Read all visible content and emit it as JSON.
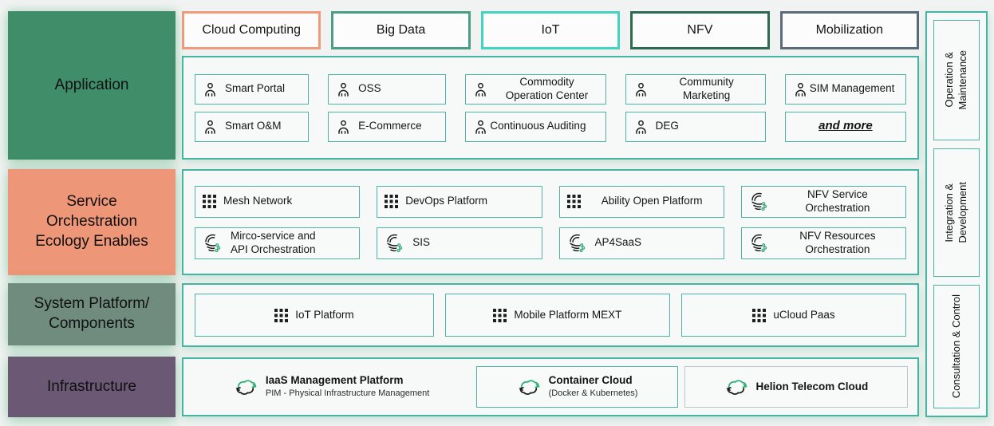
{
  "colors": {
    "teal_border": "#45b4a0",
    "item_border": "#4db5a0",
    "tab_cloud": "#ee9a7b",
    "tab_bigdata": "#4a9e86",
    "tab_iot": "#43d4bf",
    "tab_nfv": "#2d6a52",
    "tab_mobilization": "#5b6b7a",
    "layer_application": "#3f8e69",
    "layer_service": "#ee9678",
    "layer_platform": "#6f8c7e",
    "layer_infrastructure": "#6a5875",
    "icon_green": "#2fae78"
  },
  "tabs": [
    {
      "label": "Cloud Computing",
      "border": "#ee9a7b"
    },
    {
      "label": "Big Data",
      "border": "#4a9e86"
    },
    {
      "label": "IoT",
      "border": "#43d4bf"
    },
    {
      "label": "NFV",
      "border": "#2d6a52"
    },
    {
      "label": "Mobilization",
      "border": "#5b6b7a"
    }
  ],
  "layers": [
    {
      "label": "Application"
    },
    {
      "label": "Service\nOrchestration\nEcology Enables"
    },
    {
      "label": "System Platform/\nComponents"
    },
    {
      "label": "Infrastructure"
    }
  ],
  "application": {
    "row1": [
      {
        "icon": "person",
        "label": "Smart Portal"
      },
      {
        "icon": "person",
        "label": "OSS"
      },
      {
        "icon": "person",
        "label": "Commodity\nOperation Center"
      },
      {
        "icon": "person",
        "label": "Community\nMarketing"
      },
      {
        "icon": "person",
        "label": "SIM Management"
      }
    ],
    "row2": [
      {
        "icon": "person",
        "label": "Smart O&M"
      },
      {
        "icon": "person",
        "label": "E-Commerce"
      },
      {
        "icon": "person",
        "label": "Continuous Auditing"
      },
      {
        "icon": "person",
        "label": "DEG"
      },
      {
        "icon": "none",
        "label": "and more"
      }
    ]
  },
  "service": {
    "row1": [
      {
        "icon": "grid-3x3",
        "label": "Mesh Network"
      },
      {
        "icon": "grid-3x3",
        "label": "DevOps Platform"
      },
      {
        "icon": "grid-3x3",
        "label": "Ability Open Platform"
      },
      {
        "icon": "stream-swirl",
        "label": "NFV Service\nOrchestration"
      }
    ],
    "row2": [
      {
        "icon": "stream-swirl",
        "label": "Mirco-service and\nAPI Orchestration"
      },
      {
        "icon": "stream-swirl",
        "label": "SIS"
      },
      {
        "icon": "stream-swirl",
        "label": "AP4SaaS"
      },
      {
        "icon": "stream-swirl",
        "label": "NFV Resources\nOrchestration"
      }
    ]
  },
  "platform": {
    "items": [
      {
        "icon": "grid-3x3",
        "label": "IoT Platform"
      },
      {
        "icon": "grid-3x3",
        "label": "Mobile Platform MEXT"
      },
      {
        "icon": "grid-3x3",
        "label": "uCloud Paas"
      }
    ]
  },
  "infrastructure": {
    "items": [
      {
        "icon": "cloud-sync",
        "title": "IaaS Management Platform",
        "subtitle": "PIM - Physical Infrastructure Management",
        "boxed": false
      },
      {
        "icon": "cloud-sync",
        "title": "Container Cloud",
        "subtitle": "(Docker & Kubernetes)",
        "boxed": true
      },
      {
        "icon": "cloud-sync",
        "title": "Helion Telecom Cloud",
        "subtitle": "",
        "boxed": true
      }
    ]
  },
  "sidebar": {
    "items": [
      {
        "label": "Operation &\nMaintenance"
      },
      {
        "label": "Integration &\nDevelopment"
      },
      {
        "label": "Consultation & Control"
      }
    ]
  }
}
